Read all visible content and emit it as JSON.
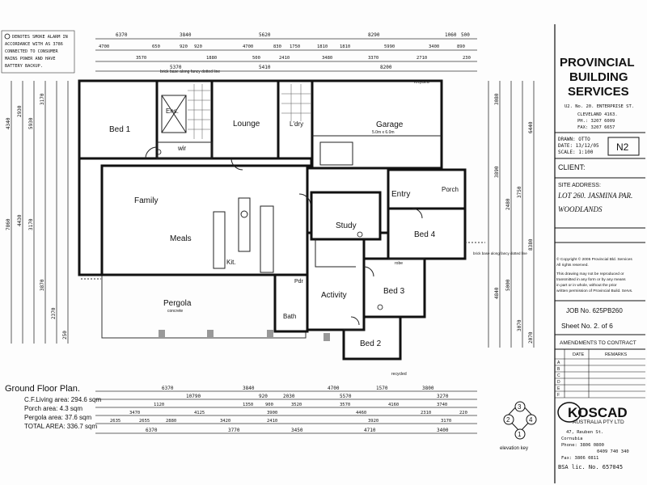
{
  "note": [
    "DENOTES SMOKE ALARM IN",
    "ACCORDANCE WITH AS 3786",
    "CONNECTED TO CONSUMER",
    "MAINS POWER AND HAVE",
    "BATTERY BACKUP."
  ],
  "rooms": {
    "bed1": "Bed 1",
    "ens": "Ens.",
    "wir": "wir",
    "lounge": "Lounge",
    "ldry": "L'dry",
    "garage": "Garage",
    "garage_sub": "5.0m x 6.0m",
    "family": "Family",
    "meals": "Meals",
    "kit": "Kit.",
    "study": "Study",
    "entry": "Entry",
    "porch": "Porch",
    "bed4": "Bed 4",
    "bed3": "Bed 3",
    "bed2": "Bed 2",
    "activity": "Activity",
    "pergola": "Pergola",
    "pergola_sub": "concrete",
    "bath": "Bath",
    "pdr": "Pdr",
    "robe": "robe"
  },
  "annotations": {
    "brick_base": "brick base along fancy dotted line",
    "brick_base_right": "brick base along fancy dotted line",
    "recycled_top": "recycled",
    "recycled_bottom": "recycled"
  },
  "summary": {
    "title": "Ground Floor Plan.",
    "lines": [
      "C.F.Living area: 294.6 sqm",
      "Porch area: 4.3 sqm",
      "Pergola area: 37.6 sqm",
      "TOTAL AREA: 336.7 sqm"
    ]
  },
  "elevation_key": {
    "label": "elevation key",
    "marks": [
      "3",
      "2",
      "4",
      "1"
    ]
  },
  "titleblock": {
    "company": [
      "PROVINCIAL",
      "BUILDING",
      "SERVICES"
    ],
    "address": [
      "U2. No. 20. ENTERPRISE ST.",
      "CLEVELAND 4163.",
      "PH.: 3207 6009",
      "FAX: 3207 6657"
    ],
    "drawn": "DRAWN: OTTO",
    "date": "DATE: 13/12/05",
    "scale": "SCALE: 1:100",
    "drawing_no": "N2",
    "client_label": "CLIENT:",
    "site_label": "SITE ADDRESS:",
    "site": [
      "LOT 260. JASMINA PAR.",
      "WOODLANDS"
    ],
    "copyright": [
      "© Copyright © 2005 Provincial Bld. Services",
      "All rights reserved.",
      "This drawing may not be reproduced or",
      "transmitted in any form or by any means",
      "in part or in whole, without the prior",
      "written permission of Provincial Build. Servs."
    ],
    "job": "JOB No. 625PB260",
    "sheet": "Sheet No. 2. of 6",
    "amend_title": "AMENDMENTS TO CONTRACT",
    "amend_cols": [
      "DATE",
      "REMARKS"
    ],
    "amend_rows": [
      "A",
      "B",
      "C",
      "D",
      "E",
      "F"
    ],
    "kos": "KOSCAD",
    "kos_sub": "AUSTRALIA PTY LTD",
    "kos_addr": [
      "47, Reuben St.",
      "Cornubia",
      "Phone: 3806 0800",
      "0409 740 340",
      "Fax: 3806 0811"
    ],
    "bsa": "BSA lic. No. 657045"
  },
  "dims": {
    "top1": [
      "6370",
      "3840",
      "5620",
      "8290",
      "1060",
      "500"
    ],
    "top2": [
      "4700",
      "650",
      "920",
      "920",
      "4700",
      "830",
      "1750",
      "1810",
      "1810",
      "5990",
      "3400",
      "890"
    ],
    "top3": [
      "3570",
      "1880",
      "500",
      "2410",
      "3480",
      "3370",
      "2710",
      "230"
    ],
    "top4": [
      "5370",
      "5410",
      "8200"
    ],
    "bot1": [
      "6370",
      "3840",
      "4700",
      "1570",
      "3800"
    ],
    "bot2": [
      "10790",
      "920",
      "2030",
      "5570",
      "3270"
    ],
    "bot3": [
      "1120",
      "1350",
      "900",
      "3520",
      "3570",
      "4160",
      "3740"
    ],
    "bot4": [
      "3470",
      "4125",
      "3900",
      "4460",
      "2310",
      "220"
    ],
    "bot5": [
      "2635",
      "2655",
      "2880",
      "3420",
      "2410",
      "3920",
      "3170"
    ],
    "bot6": [
      "6370",
      "3770",
      "3450",
      "4710",
      "3400"
    ],
    "left": [
      "4340",
      "2930",
      "5930",
      "3170",
      "7860",
      "4430",
      "3170",
      "3870",
      "2370",
      "250"
    ],
    "right": [
      "3080",
      "6440",
      "3890",
      "2480",
      "3750",
      "8380",
      "5000",
      "4840",
      "3070",
      "2070"
    ]
  }
}
